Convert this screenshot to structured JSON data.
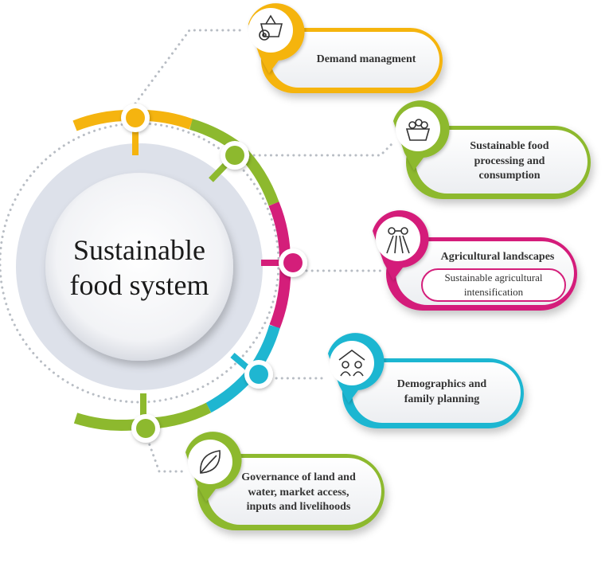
{
  "center": {
    "line1": "Sustainable",
    "line2": "food system"
  },
  "colors": {
    "yellow": "#F5B40F",
    "green": "#8DB92E",
    "magenta": "#D41E7A",
    "cyan": "#1FB6D1",
    "dot_line": "#B8BDC4",
    "center_fill": "#DDE1EA"
  },
  "items": [
    {
      "id": "demand",
      "label_lines": [
        "Demand managment"
      ],
      "icon": "basket-gear-icon",
      "color": "yellow"
    },
    {
      "id": "processing",
      "label_lines": [
        "Sustainable food",
        "processing and",
        "consumption"
      ],
      "icon": "food-basket-icon",
      "color": "green"
    },
    {
      "id": "landscapes",
      "label_lines": [
        "Agricultural landscapes"
      ],
      "sub_lines": [
        "Sustainable agricultural",
        "intensification"
      ],
      "icon": "farm-field-icon",
      "color": "magenta"
    },
    {
      "id": "demographics",
      "label_lines": [
        "Demographics and",
        "family planning"
      ],
      "icon": "family-house-icon",
      "color": "cyan"
    },
    {
      "id": "governance",
      "label_lines": [
        "Governance of land and",
        "water, market access,",
        "inputs and livelihoods"
      ],
      "icon": "leaf-icon",
      "color": "green"
    }
  ]
}
